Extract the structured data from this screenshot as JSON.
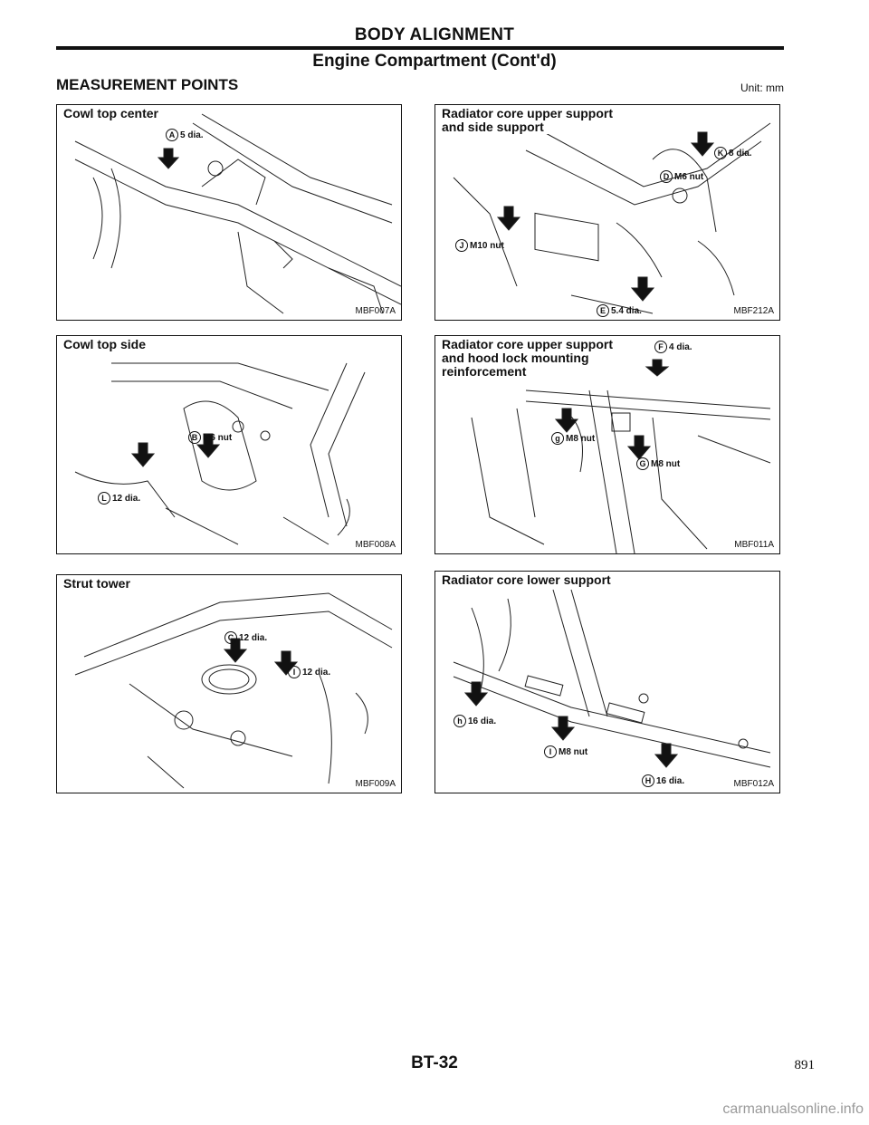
{
  "header": {
    "title": "BODY ALIGNMENT",
    "subtitle": "Engine Compartment (Cont'd)"
  },
  "section_title": "MEASUREMENT POINTS",
  "unit": "Unit: mm",
  "panels": [
    {
      "title": [
        "Cowl top center"
      ],
      "code": "MBF007A",
      "labels": [
        {
          "letter": "A",
          "text": "5 dia."
        }
      ]
    },
    {
      "title": [
        "Cowl top side"
      ],
      "code": "MBF008A",
      "labels": [
        {
          "letter": "B",
          "text": "M6 nut"
        },
        {
          "letter": "L",
          "text": "12 dia."
        }
      ]
    },
    {
      "title": [
        "Strut tower"
      ],
      "code": "MBF009A",
      "labels": [
        {
          "letter": "C",
          "text": "12 dia."
        },
        {
          "letter": "I",
          "text": "12 dia."
        }
      ]
    },
    {
      "title": [
        "Radiator core upper support",
        "and side support"
      ],
      "code": "MBF212A",
      "labels": [
        {
          "letter": "K",
          "text": "8 dia."
        },
        {
          "letter": "D",
          "text": "M6 nut"
        },
        {
          "letter": "J",
          "text": "M10 nut"
        },
        {
          "letter": "E",
          "text": "5.4 dia."
        }
      ]
    },
    {
      "title": [
        "Radiator core upper support",
        "and hood lock mounting",
        "reinforcement"
      ],
      "code": "MBF011A",
      "labels": [
        {
          "letter": "F",
          "text": "4 dia."
        },
        {
          "letter": "g",
          "text": "M8 nut"
        },
        {
          "letter": "G",
          "text": "M8 nut"
        }
      ]
    },
    {
      "title": [
        "Radiator core lower support"
      ],
      "code": "MBF012A",
      "labels": [
        {
          "letter": "h",
          "text": "16 dia."
        },
        {
          "letter": "I",
          "text": "M8 nut"
        },
        {
          "letter": "H",
          "text": "16 dia."
        }
      ]
    }
  ],
  "footer": {
    "page_code": "BT-32",
    "page_number": "891"
  },
  "watermark": "carmanualsonline.info"
}
